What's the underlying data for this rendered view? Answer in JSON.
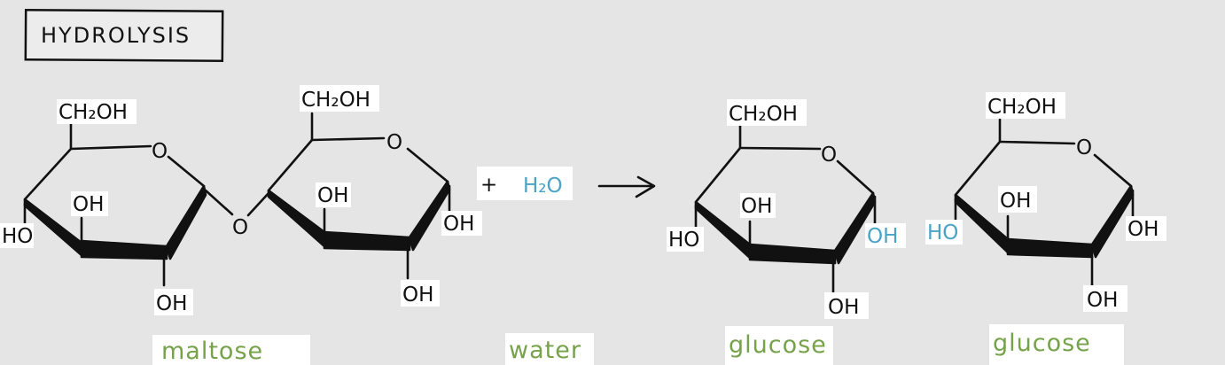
{
  "title": "HYDROLYSIS",
  "colors": {
    "background": "#e5e5e5",
    "ink": "#111111",
    "water_blue": "#4aa3c7",
    "name_green": "#76a24a",
    "label_bg": "#ffffff"
  },
  "maltose": {
    "ring1": {
      "top": "CH₂OH",
      "left": "HO",
      "inner": "OH",
      "bottom": "OH",
      "ring_o": "O"
    },
    "bridge_o": "O",
    "ring2": {
      "top": "CH₂OH",
      "right": "OH",
      "inner": "OH",
      "bottom": "OH",
      "ring_o": "O"
    },
    "name": "maltose"
  },
  "plus": "+",
  "water": {
    "formula": "H₂O",
    "name": "water"
  },
  "arrow": "→",
  "glucose1": {
    "top": "CH₂OH",
    "left": "HO",
    "inner": "OH",
    "right": "OH",
    "bottom": "OH",
    "ring_o": "O",
    "name": "glucose"
  },
  "glucose2": {
    "top": "CH₂OH",
    "left": "HO",
    "inner": "OH",
    "right": "OH",
    "bottom": "OH",
    "ring_o": "O",
    "name": "glucose"
  }
}
